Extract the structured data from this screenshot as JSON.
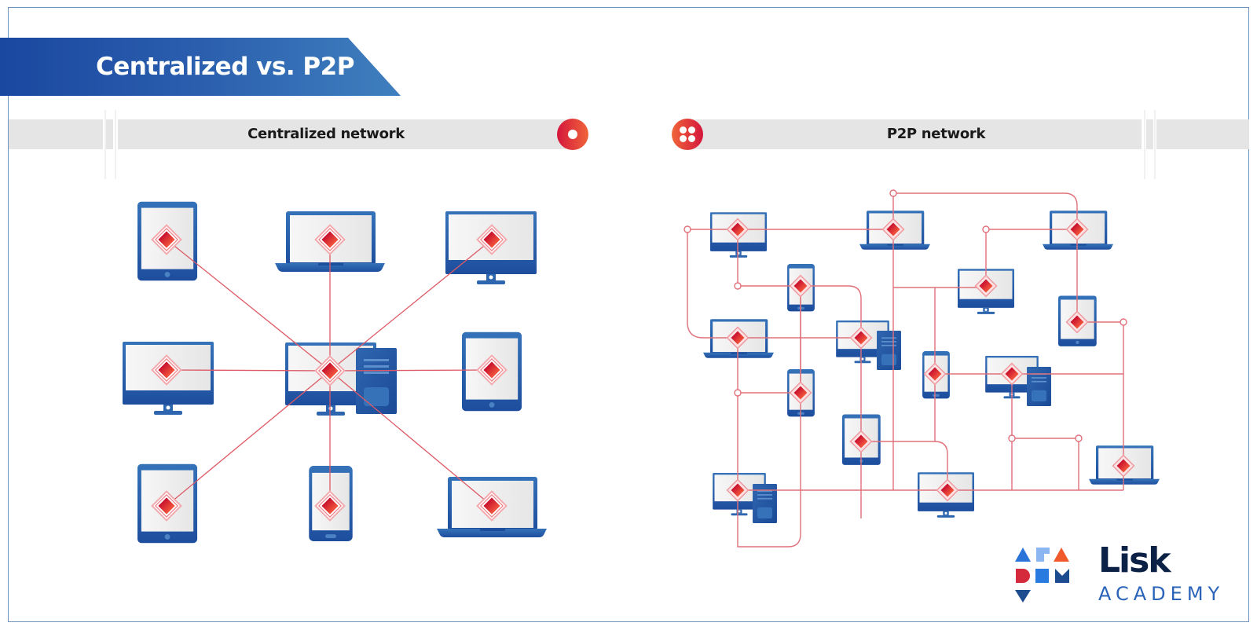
{
  "title": "Centralized vs. P2P",
  "panels": {
    "centralized": {
      "label": "Centralized network",
      "icon": "single-dot-circle-icon",
      "hub": "desktop-with-tower",
      "devices": [
        "tablet",
        "laptop",
        "monitor",
        "monitor",
        "tablet",
        "tablet",
        "phone",
        "laptop"
      ]
    },
    "p2p": {
      "label": "P2P network",
      "icon": "four-dots-circle-icon",
      "devices": [
        "monitor",
        "laptop",
        "laptop",
        "phone",
        "monitor",
        "laptop",
        "desktop-with-tower",
        "tablet",
        "phone",
        "phone",
        "desktop-with-tower",
        "tablet",
        "laptop",
        "desktop-with-tower",
        "monitor"
      ]
    }
  },
  "colors": {
    "banner_start": "#1a47a0",
    "banner_end": "#3f7fbe",
    "device_blue": "#2a5fae",
    "link_red": "#e0646e",
    "node_red": "#e3262f",
    "band_gray": "#e5e5e5"
  },
  "logo": {
    "brand": "Lisk",
    "sub": "ACADEMY"
  }
}
